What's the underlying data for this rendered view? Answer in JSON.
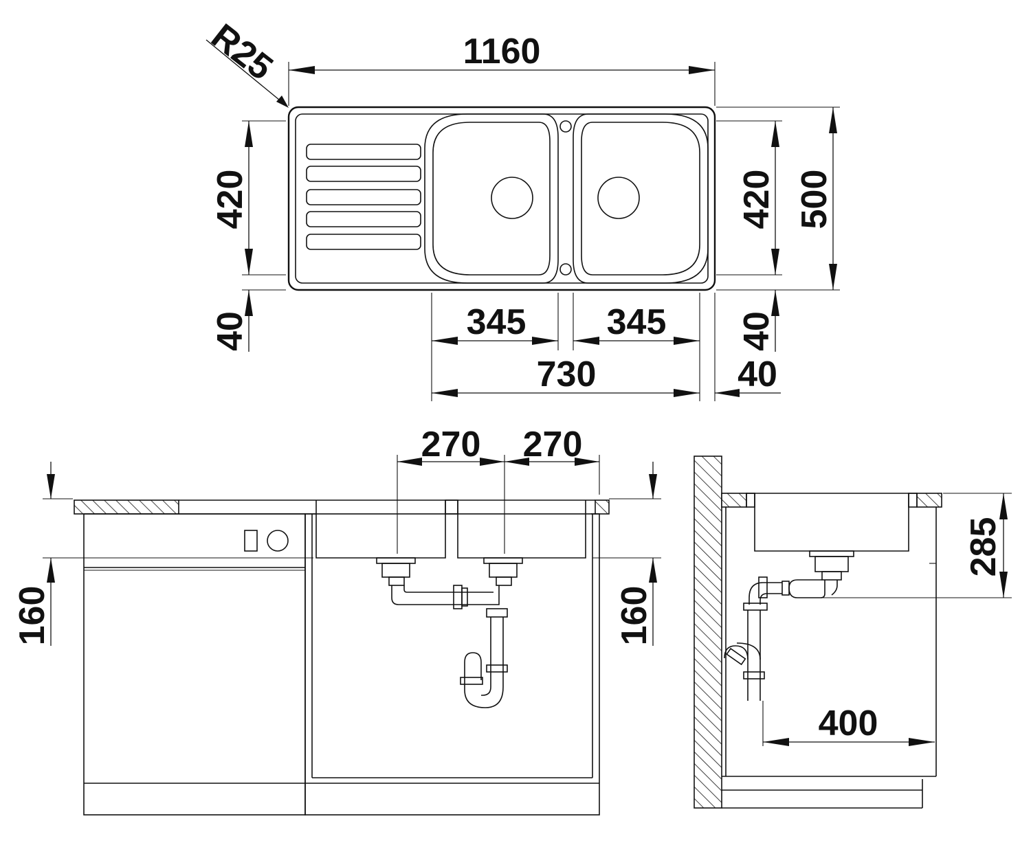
{
  "diagram": {
    "top_view": {
      "radius_label": "R25",
      "overall_width": "1160",
      "overall_depth": "500",
      "bowl_depth_left": "420",
      "bowl_depth_right": "420",
      "edge_left": "40",
      "edge_right": "40",
      "bowl_width_left": "345",
      "bowl_width_right": "345",
      "bowls_total_width": "730",
      "edge_end": "40"
    },
    "front_view": {
      "drain_spacing_left": "270",
      "drain_spacing_right": "270",
      "bowl_height_left": "160",
      "bowl_height_right": "160"
    },
    "side_view": {
      "installation_depth": "285",
      "drain_distance": "400"
    }
  }
}
